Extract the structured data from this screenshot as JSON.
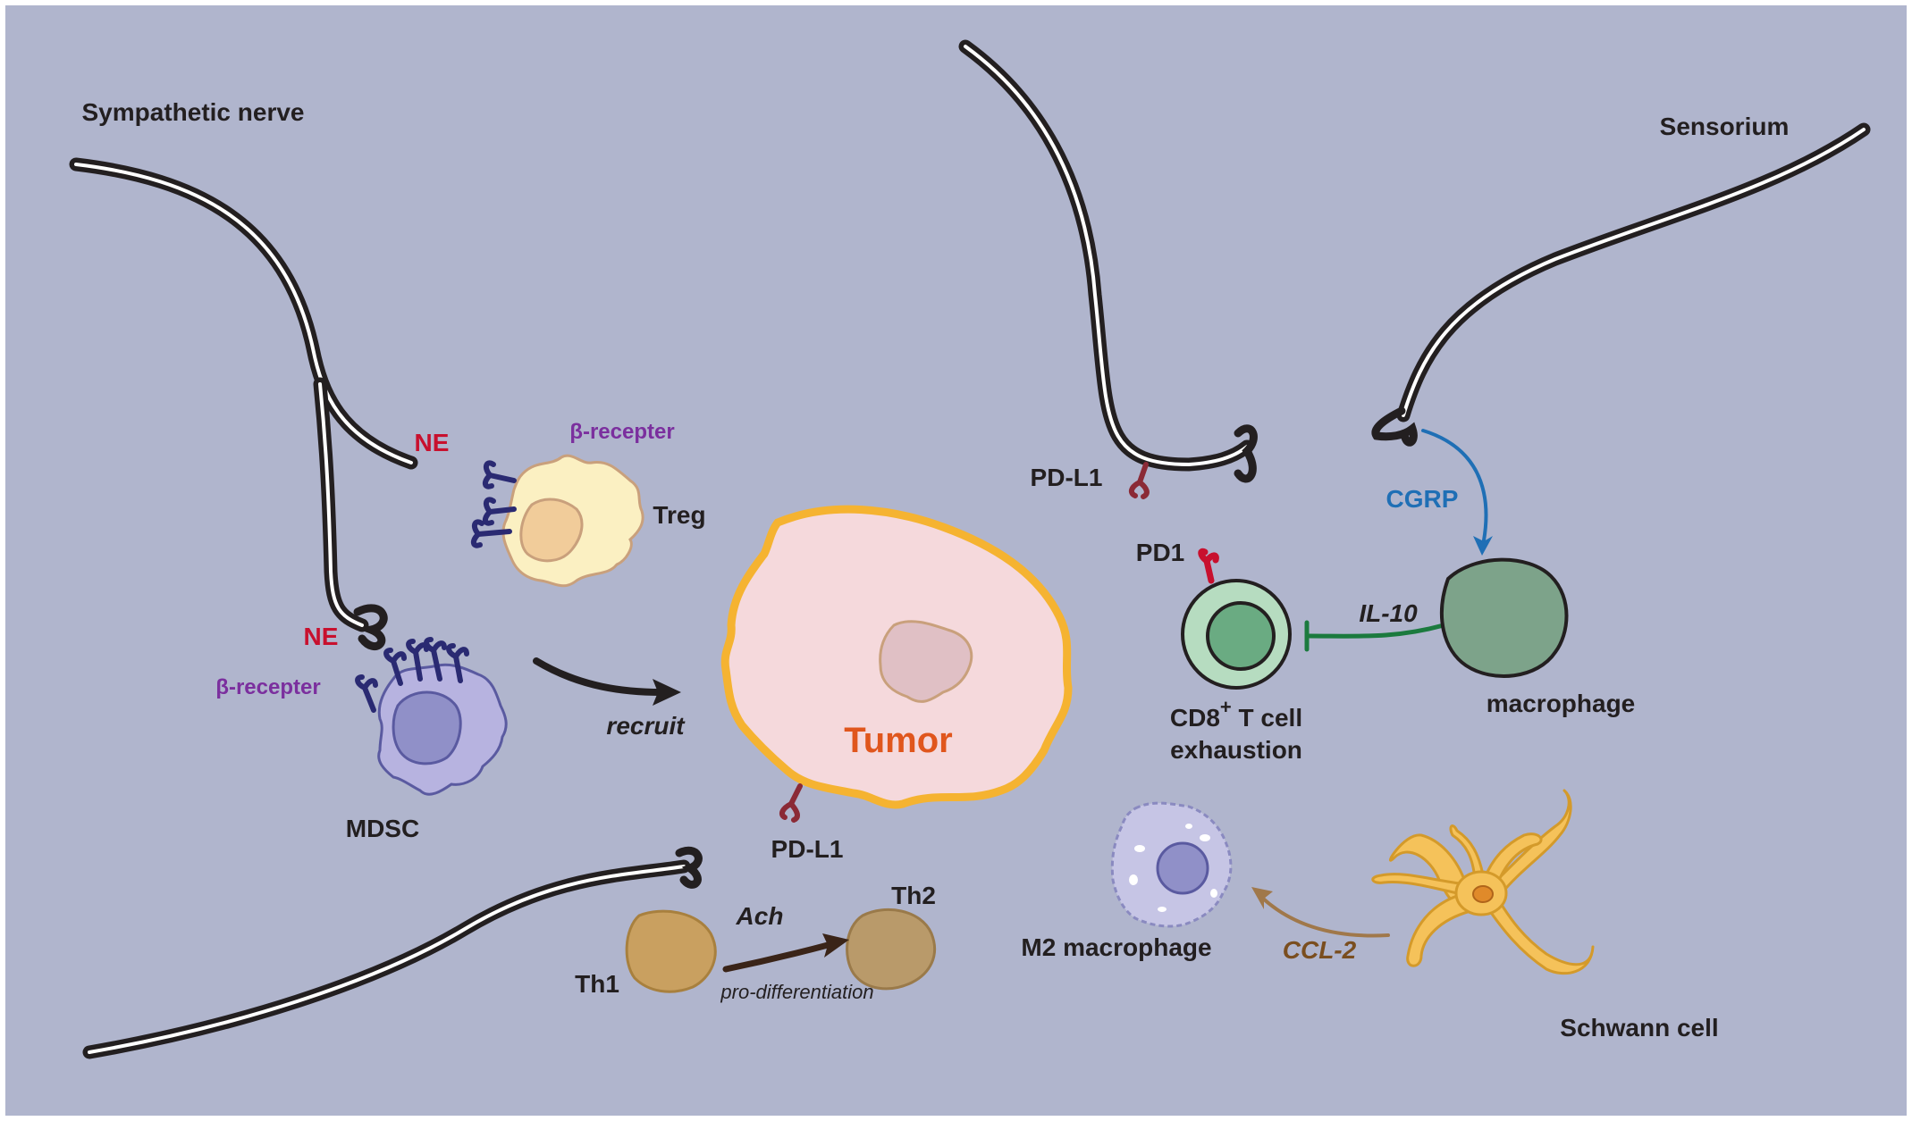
{
  "labels": {
    "sympathetic_nerve": "Sympathetic nerve",
    "sensorium": "Sensorium",
    "ne_top": "NE",
    "ne_bottom": "NE",
    "beta_top": "β-recepter",
    "beta_bottom": "β-recepter",
    "treg": "Treg",
    "mdsc": "MDSC",
    "recruit": "recruit",
    "tumor": "Tumor",
    "pdl1_tumor": "PD-L1",
    "pdl1_nerve": "PD-L1",
    "pd1": "PD1",
    "cd8_line1": "CD8",
    "cd8_sup": "+",
    "cd8_line1_rest": " T cell",
    "cd8_line2": "exhaustion",
    "il10": "IL-10",
    "cgrp": "CGRP",
    "macrophage": "macrophage",
    "m2_macrophage": "M2 macrophage",
    "ccl2": "CCL-2",
    "schwann": "Schwann cell",
    "th1": "Th1",
    "th2": "Th2",
    "ach": "Ach",
    "pro_diff": "pro-differentiation"
  },
  "colors": {
    "background": "#b0b5cd",
    "nerve": "#231f20",
    "ne": "#c8102e",
    "beta": "#7b2f9e",
    "tumor_fill": "#f5d9dc",
    "tumor_border": "#f5b331",
    "tumor_text": "#e0561d",
    "cgrp": "#1f6fb5",
    "il10_line": "#1b7a3e",
    "ccl2": "#a0784a",
    "macrophage": "#7da38a",
    "schwann": "#f5c25a"
  }
}
